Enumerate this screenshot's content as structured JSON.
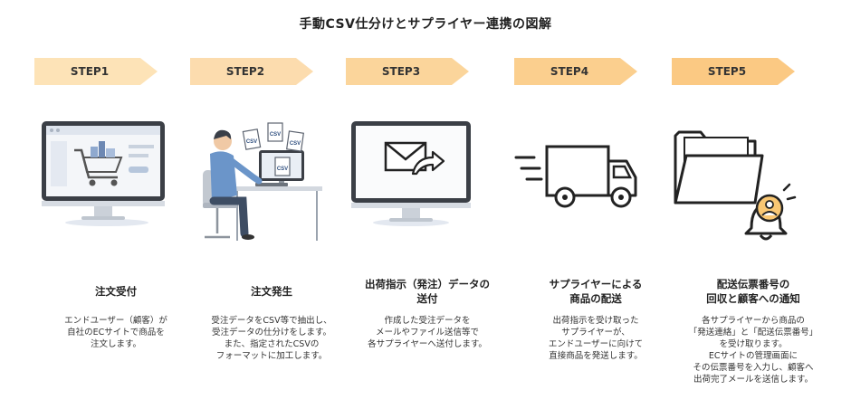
{
  "title": "手動CSV仕分けとサプライヤー連携の図解",
  "steps": [
    {
      "label": "STEP1",
      "color": "#fde3b7",
      "heading": [
        "注文受付"
      ],
      "desc": [
        "エンドユーザー（顧客）が",
        "自社のECサイトで商品を",
        "注文します。"
      ],
      "icon": "monitor-shopping-cart-icon"
    },
    {
      "label": "STEP2",
      "color": "#fcdcae",
      "heading": [
        "注文発生"
      ],
      "desc": [
        "受注データをCSV等で抽出し、",
        "受注データの仕分けをします。",
        "また、指定されたCSVの",
        "フォーマットに加工します。"
      ],
      "icon": "person-at-desk-csv-icon"
    },
    {
      "label": "STEP3",
      "color": "#fbd59b",
      "heading": [
        "出荷指示（発注）データの",
        "送付"
      ],
      "desc": [
        "作成した受注データを",
        "メールやファイル送信等で",
        "各サプライヤーへ送付します。"
      ],
      "icon": "monitor-mail-send-icon"
    },
    {
      "label": "STEP4",
      "color": "#fbcf8e",
      "heading": [
        "サプライヤーによる",
        "商品の配送"
      ],
      "desc": [
        "出荷指示を受け取った",
        "サプライヤーが、",
        "エンドユーザーに向けて",
        "直接商品を発送します。"
      ],
      "icon": "delivery-truck-icon"
    },
    {
      "label": "STEP5",
      "color": "#fbc983",
      "heading": [
        "配送伝票番号の",
        "回収と顧客への通知"
      ],
      "desc": [
        "各サプライヤーから商品の",
        "「発送連絡」と「配送伝票番号」",
        "を受け取ります。",
        "ECサイトの管理画面に",
        "その伝票番号を入力し、顧客へ",
        "出荷完了メールを送信します。"
      ],
      "icon": "folder-bell-notification-icon"
    }
  ],
  "csv_label": "CSV"
}
